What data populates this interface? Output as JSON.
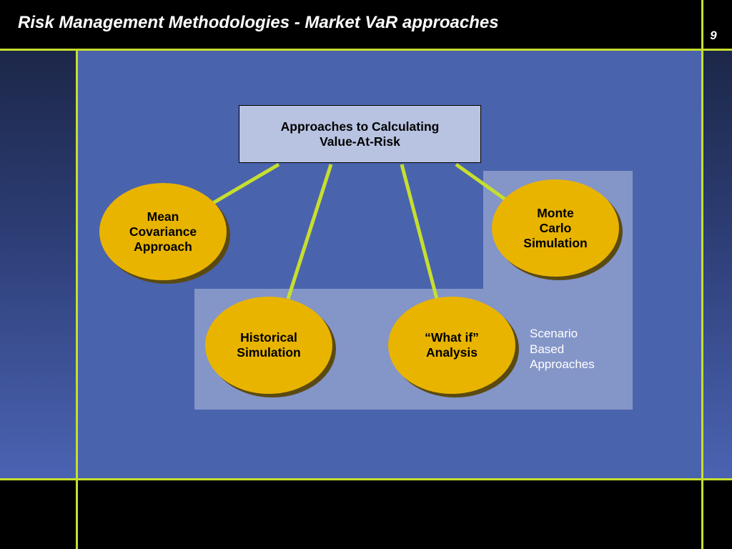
{
  "slide": {
    "title": "Risk Management Methodologies - Market VaR approaches",
    "page_number": "9"
  },
  "colors": {
    "frame_lines": "#c6df2e",
    "panel": "#4a63ad",
    "scenario_region": "#8495c8",
    "root_box": "#b8c3e1",
    "nodes": "#e8b400"
  },
  "diagram": {
    "root": {
      "line1": "Approaches to Calculating",
      "line2": "Value-At-Risk"
    },
    "nodes": {
      "mean_covariance": {
        "lines": [
          "Mean",
          "Covariance",
          "Approach"
        ]
      },
      "monte_carlo": {
        "lines": [
          "Monte",
          "Carlo",
          "Simulation"
        ]
      },
      "historical": {
        "lines": [
          "Historical",
          "Simulation"
        ]
      },
      "what_if": {
        "lines": [
          "“What if”",
          "Analysis"
        ]
      }
    },
    "scenario_group_label": [
      "Scenario",
      "Based",
      "Approaches"
    ]
  }
}
